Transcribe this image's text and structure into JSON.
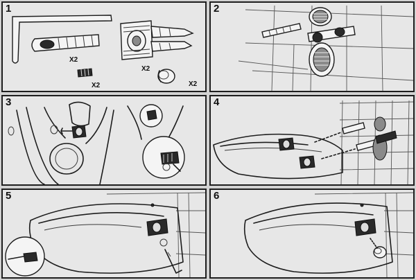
{
  "steps": [
    {
      "number": "1",
      "quantities": [
        "X2",
        "X2",
        "X2",
        "X2"
      ]
    },
    {
      "number": "2"
    },
    {
      "number": "3"
    },
    {
      "number": "4"
    },
    {
      "number": "5"
    },
    {
      "number": "6"
    }
  ],
  "colors": {
    "panel": "#e7e7e7",
    "border": "#1e1e1e",
    "background": "#d2d2d2"
  }
}
